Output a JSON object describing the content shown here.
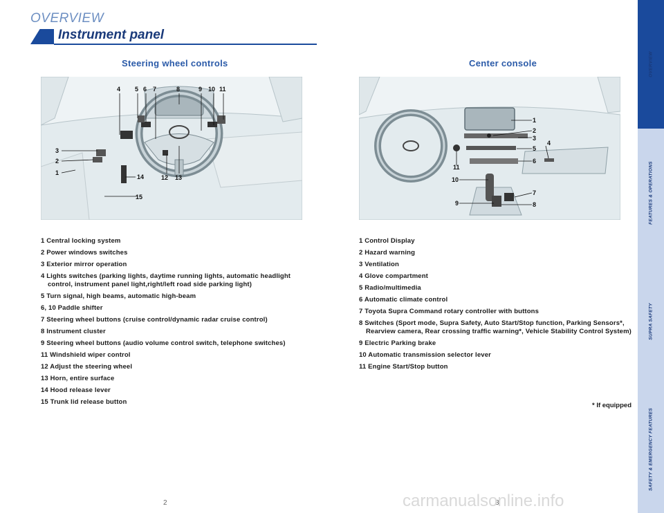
{
  "section_label": "OVERVIEW",
  "page_title": "Instrument panel",
  "left": {
    "heading": "Steering wheel controls",
    "callouts": [
      "4",
      "5",
      "6",
      "7",
      "8",
      "9",
      "10",
      "11",
      "3",
      "2",
      "1",
      "14",
      "12",
      "13",
      "15"
    ],
    "items": [
      {
        "text": "1 Central locking system"
      },
      {
        "text": "2 Power windows switches"
      },
      {
        "text": "3 Exterior mirror operation"
      },
      {
        "text": "4 Lights switches (parking lights, daytime running lights, automatic headlight",
        "cont": "control, instrument panel light,right/left road side parking light)"
      },
      {
        "text": "5 Turn signal, high beams, automatic high-beam"
      },
      {
        "text": "6, 10 Paddle shifter"
      },
      {
        "text": "7 Steering wheel buttons (cruise control/dynamic radar cruise control)"
      },
      {
        "text": "8 Instrument cluster"
      },
      {
        "text": "9 Steering wheel buttons (audio volume control switch, telephone switches)"
      },
      {
        "text": "11 Windshield wiper control"
      },
      {
        "text": "12 Adjust the steering wheel"
      },
      {
        "text": "13 Horn, entire surface"
      },
      {
        "text": "14 Hood release lever"
      },
      {
        "text": "15 Trunk lid release button"
      }
    ]
  },
  "right": {
    "heading": "Center console",
    "callouts": [
      "1",
      "2",
      "3",
      "4",
      "5",
      "6",
      "11",
      "10",
      "7",
      "9",
      "8"
    ],
    "items": [
      {
        "text": "1 Control Display"
      },
      {
        "text": "2 Hazard warning"
      },
      {
        "text": "3 Ventilation"
      },
      {
        "text": "4 Glove compartment"
      },
      {
        "text": "5 Radio/multimedia"
      },
      {
        "text": "6 Automatic climate control"
      },
      {
        "text": "7 Toyota Supra Command rotary controller with buttons"
      },
      {
        "text": "8 Switches (Sport mode, Supra Safety, Auto Start/Stop function, Parking Sensors*,",
        "cont": "Rearview camera, Rear crossing traffic warning*, Vehicle Stability Control System)"
      },
      {
        "text": "9 Electric Parking brake"
      },
      {
        "text": "10 Automatic transmission selector lever"
      },
      {
        "text": "11 Engine Start/Stop button"
      }
    ]
  },
  "footnote": "* If equipped",
  "page_numbers": [
    "2",
    "3"
  ],
  "side_tabs": [
    {
      "label": "OVERVIEW",
      "active": true
    },
    {
      "label": "FEATURES & OPERATIONS",
      "active": false
    },
    {
      "label": "SUPRA SAFETY",
      "active": false
    },
    {
      "label": "SAFETY & EMERGENCY FEATURES",
      "active": false
    }
  ],
  "watermark": "carmanualsonline.info",
  "colors": {
    "brand_blue": "#1a4a9c",
    "tab_inactive": "#c9d6ec",
    "heading_blue": "#2a5aa8"
  }
}
